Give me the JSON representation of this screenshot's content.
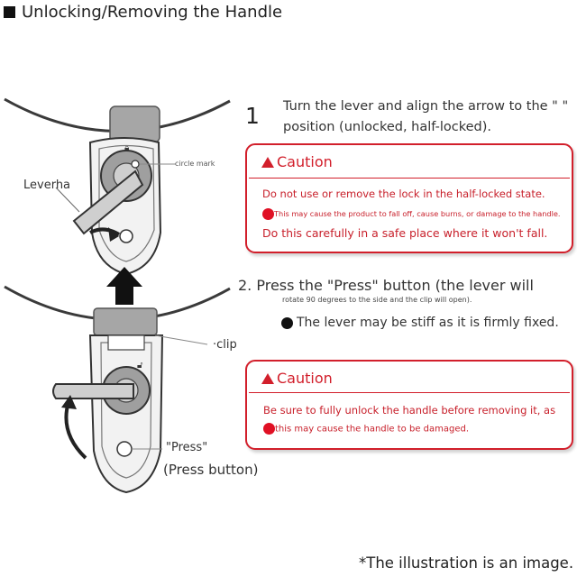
{
  "title": "Unlocking/Removing the Handle",
  "labels": {
    "lever": "Leverha",
    "circle_mark": "circle mark",
    "clip": "·clip",
    "press_quote": "\"Press\"",
    "press_button": "(Press button)"
  },
  "step1": {
    "number": "1",
    "line1": "Turn the lever and align the arrow to the \" \"",
    "line2": "position (unlocked, half-locked)."
  },
  "caution1": {
    "heading": "Caution",
    "line1": "Do not use or remove the lock in the half-locked state.",
    "line2": "This may cause the product to fall off, cause burns, or damage to the handle.",
    "line3": "Do this carefully in a safe place where it won't fall."
  },
  "step2": {
    "line1": "2. Press the \"Press\" button (the lever will",
    "line2": "rotate 90 degrees to the side and the clip will open).",
    "note": "The lever may be stiff as it is firmly fixed."
  },
  "caution2": {
    "heading": "Caution",
    "line1": "Be sure to fully unlock the handle before removing it, as",
    "line2": "this may cause the handle to be damaged."
  },
  "footnote": "*The illustration is an image.",
  "colors": {
    "accent_red": "#d21f2b",
    "text": "#222222",
    "illustration_gray": "#a6a6a6"
  }
}
